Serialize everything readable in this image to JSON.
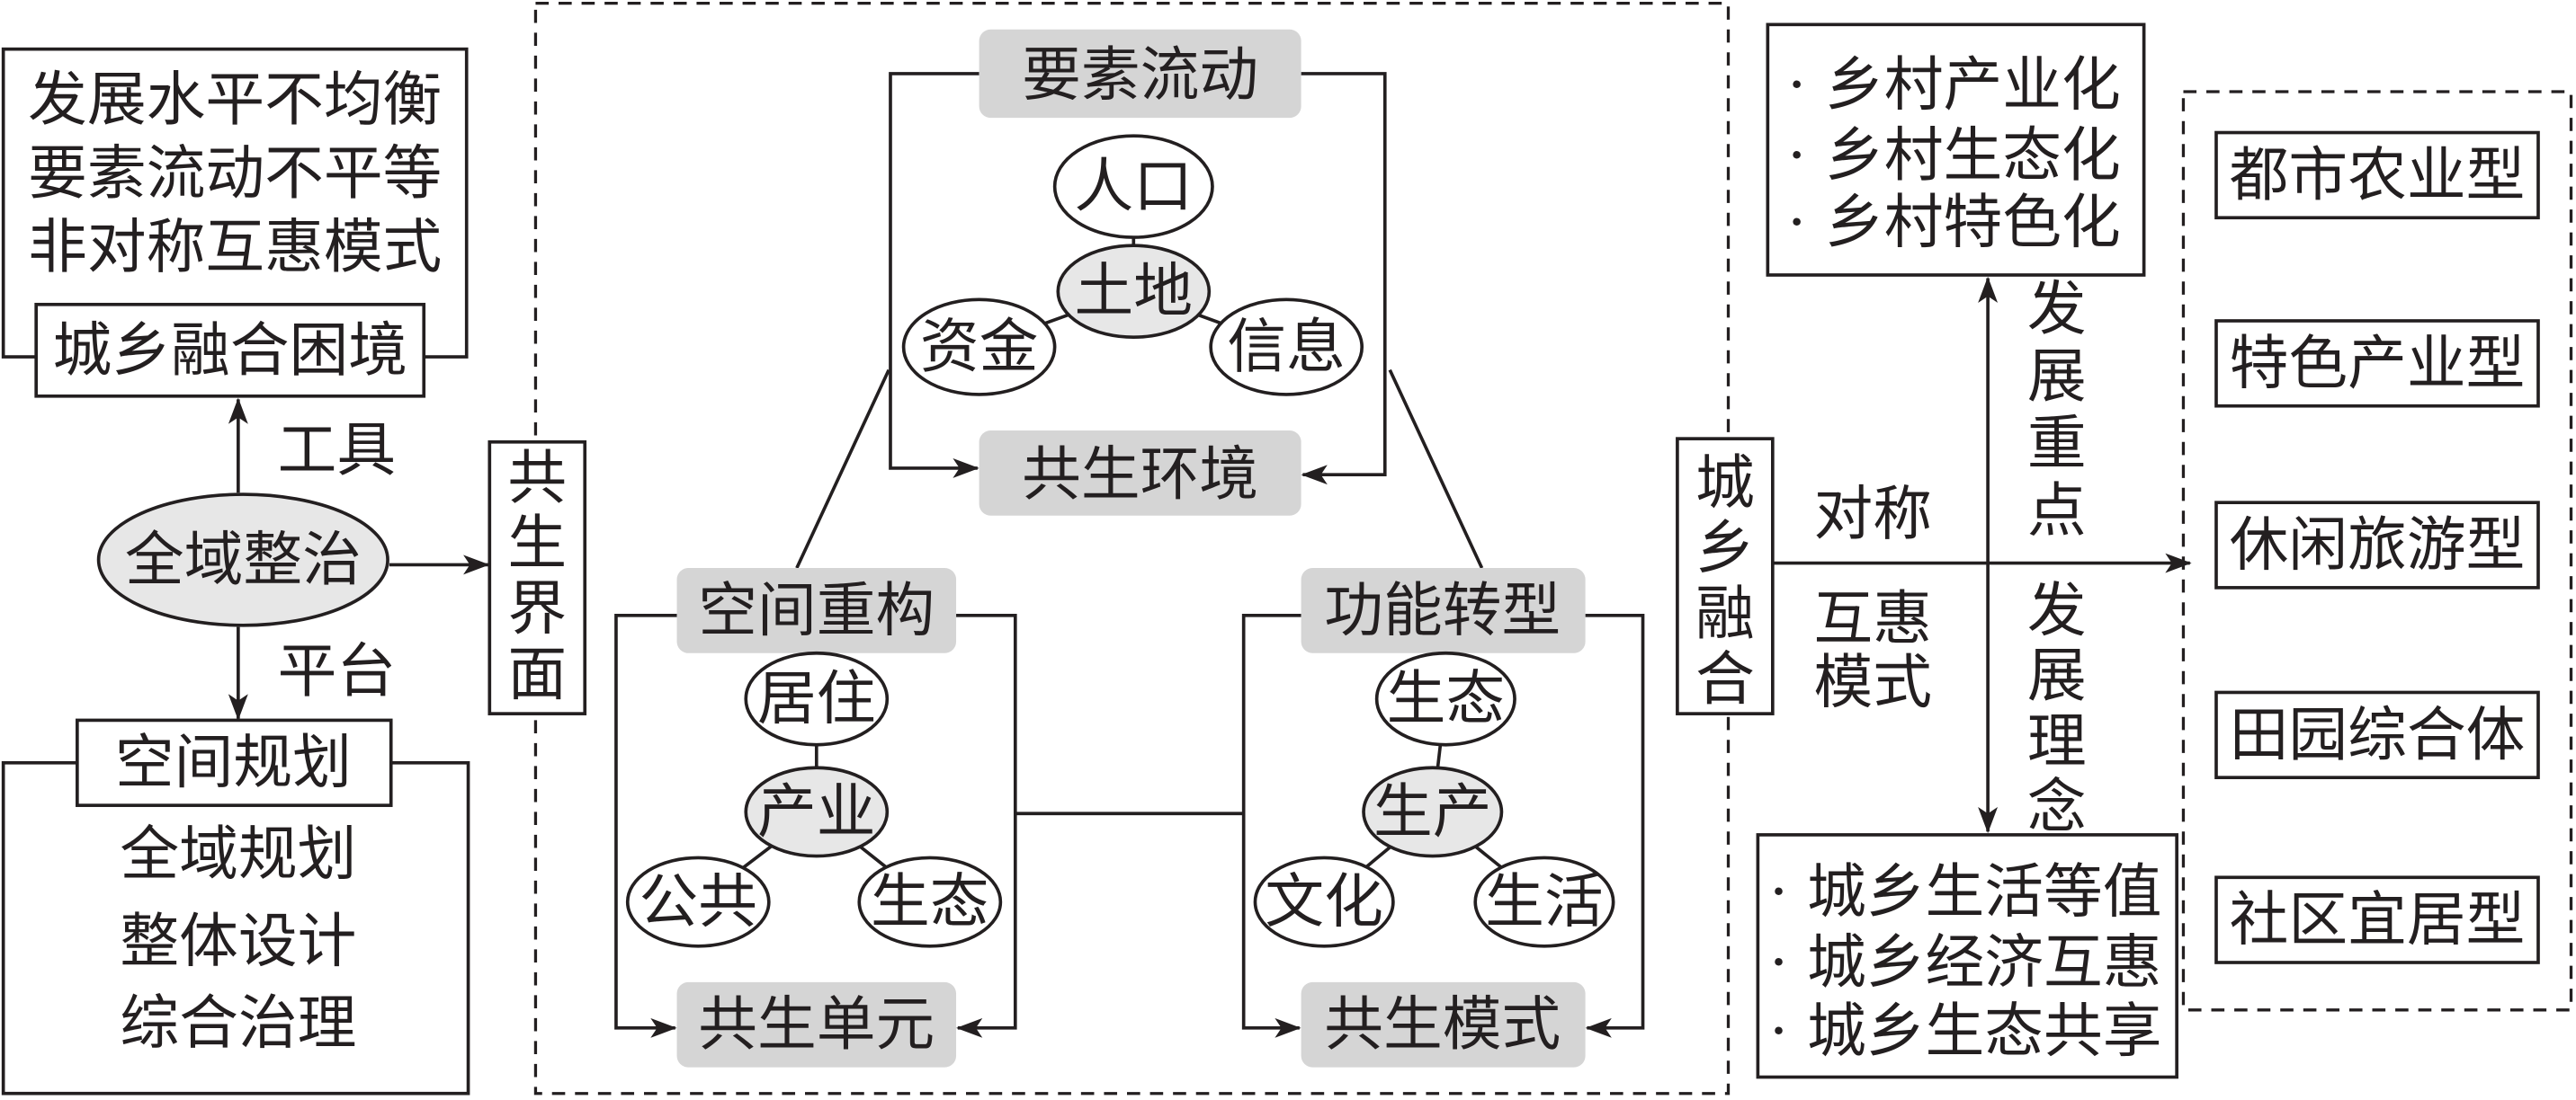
{
  "colors": {
    "line": "#231f20",
    "label_fill": "#d5d5d5",
    "node_fill": "#e7e7e7",
    "background": "#ffffff"
  },
  "left": {
    "dilemma_items": [
      "发展水平不均衡",
      "要素流动不平等",
      "非对称互惠模式"
    ],
    "dilemma_title": "城乡融合困境",
    "tool_label": "工具",
    "core": "全域整治",
    "platform_label": "平台",
    "planning_title": "空间规划",
    "planning_items": [
      "全域规划",
      "整体设计",
      "综合治理"
    ]
  },
  "interface": "共生界面",
  "symbiosis": {
    "environment": {
      "top": "要素流动",
      "nodes": {
        "top": "人口",
        "hub": "土地",
        "left": "资金",
        "right": "信息"
      },
      "bottom": "共生环境"
    },
    "unit": {
      "top": "空间重构",
      "nodes": {
        "top": "居住",
        "hub": "产业",
        "left": "公共",
        "right": "生态"
      },
      "bottom": "共生单元"
    },
    "mode": {
      "top": "功能转型",
      "nodes": {
        "top": "生态",
        "hub": "生产",
        "left": "文化",
        "right": "生活"
      },
      "bottom": "共生模式"
    }
  },
  "right": {
    "integration": "城乡融合",
    "symmetric_label": "对称",
    "reciprocal_label_1": "互惠",
    "reciprocal_label_2": "模式",
    "focus_label": "发展重点",
    "concept_label": "发展理念",
    "focus_items": [
      "· 乡村产业化",
      "· 乡村生态化",
      "· 乡村特色化"
    ],
    "concept_items": [
      "· 城乡生活等值",
      "· 城乡经济互惠",
      "· 城乡生态共享"
    ],
    "types": [
      "都市农业型",
      "特色产业型",
      "休闲旅游型",
      "田园综合体",
      "社区宜居型"
    ]
  }
}
